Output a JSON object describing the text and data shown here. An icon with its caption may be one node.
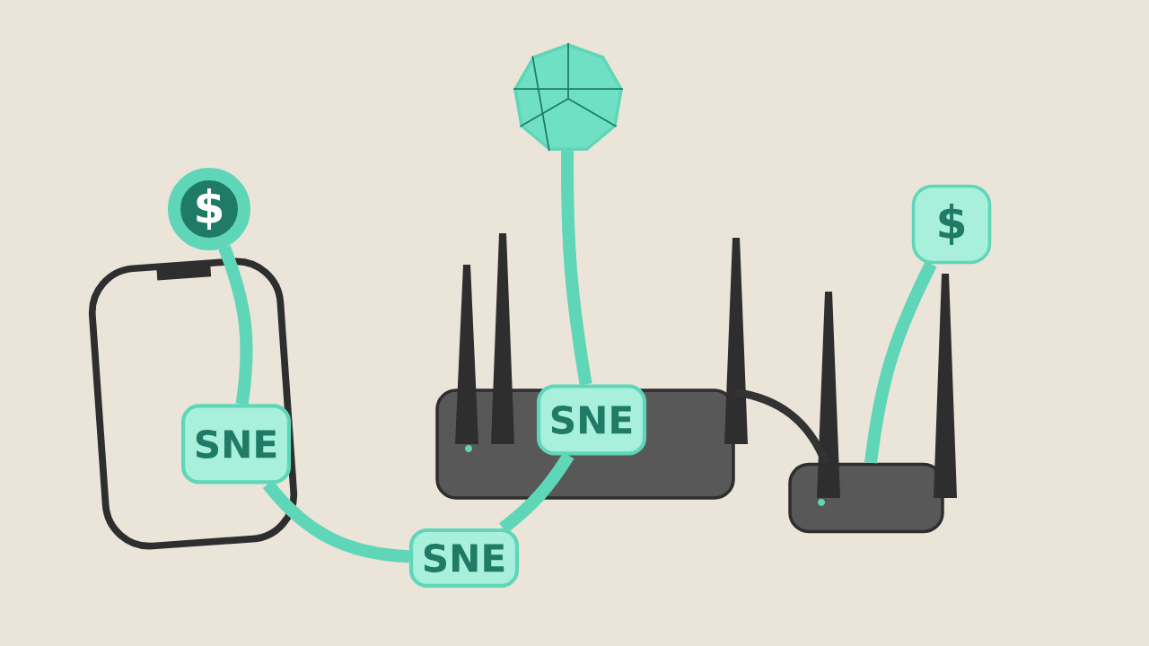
{
  "diagram": {
    "nodes": [
      {
        "text": [],
        "shape": "picture"
      },
      {
        "text": [
          "$"
        ]
      },
      {
        "text": [],
        "shape": "picture"
      },
      {
        "text": [],
        "shape": "picture"
      },
      {
        "text": [],
        "shape": "picture"
      },
      {
        "text": [
          "$"
        ]
      },
      {
        "text": [
          "SNE"
        ],
        "in": 0
      },
      {
        "text": [
          "SNE"
        ]
      },
      {
        "text": [
          "SNE"
        ],
        "in": 3
      }
    ],
    "edges": [
      {
        "from": 1,
        "to": 6,
        "arrow": "none"
      },
      {
        "from": 6,
        "to": 7,
        "arrow": "none"
      },
      {
        "from": 7,
        "to": 8,
        "arrow": "none"
      },
      {
        "from": 8,
        "to": 2,
        "arrow": "none"
      },
      {
        "from": 5,
        "to": 4,
        "arrow": "none"
      },
      {
        "from": 3,
        "to": 4,
        "arrow": "none",
        "color": "#333333"
      }
    ]
  }
}
